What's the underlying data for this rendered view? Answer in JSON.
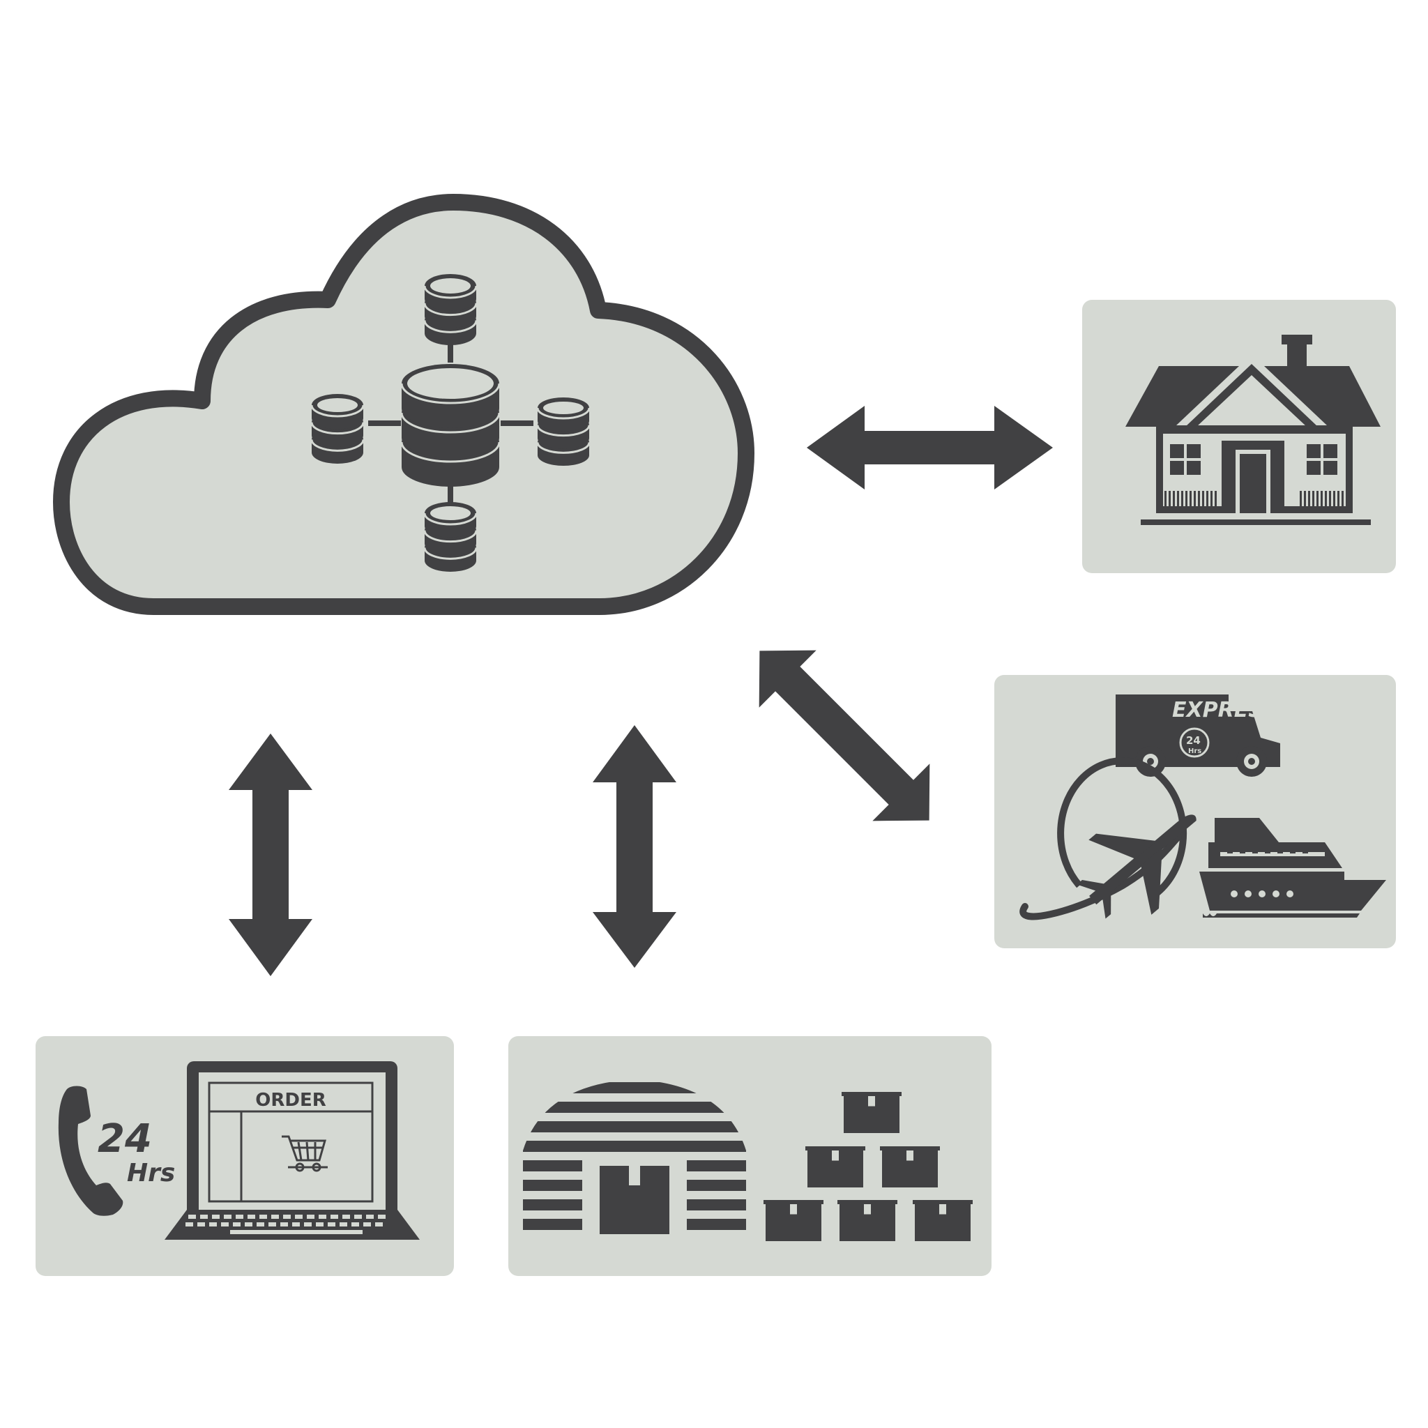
{
  "colors": {
    "background": "#ffffff",
    "panel_fill": "#d5d9d3",
    "dark": "#414143"
  },
  "icons": {
    "cloud": "cloud-icon",
    "database": "database-icon",
    "house": "house-icon",
    "truck": "delivery-truck-icon",
    "plane": "airplane-globe-icon",
    "ship": "cargo-ship-icon",
    "phone": "phone-icon",
    "laptop": "laptop-icon",
    "cart": "shopping-cart-icon",
    "warehouse": "warehouse-icon",
    "boxes": "boxes-icon"
  },
  "labels": {
    "express": "EXPRESS",
    "truck_badge": "24",
    "truck_badge_unit": "Hrs",
    "support_hours": "24",
    "support_unit": "Hrs",
    "order": "ORDER"
  },
  "nodes": [
    {
      "id": "cloud",
      "name": "cloud-database"
    },
    {
      "id": "home",
      "name": "home-delivery"
    },
    {
      "id": "transport",
      "name": "shipping-transport"
    },
    {
      "id": "order",
      "name": "order-center"
    },
    {
      "id": "warehouse",
      "name": "warehouse-storage"
    }
  ],
  "edges": [
    {
      "from": "cloud",
      "to": "home",
      "bidirectional": true
    },
    {
      "from": "cloud",
      "to": "transport",
      "bidirectional": true
    },
    {
      "from": "cloud",
      "to": "order",
      "bidirectional": true
    },
    {
      "from": "cloud",
      "to": "warehouse",
      "bidirectional": true
    }
  ]
}
